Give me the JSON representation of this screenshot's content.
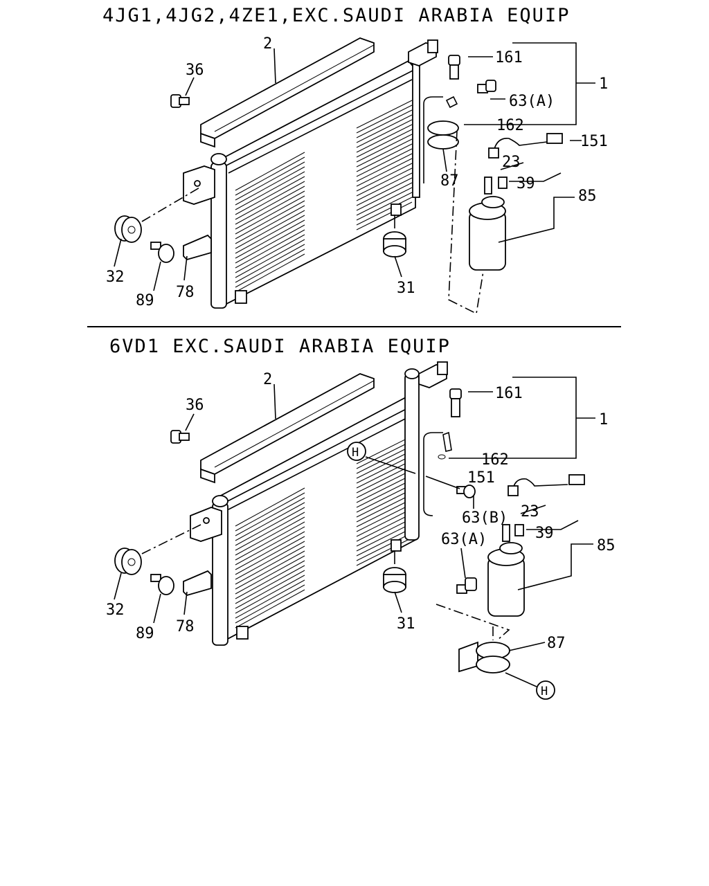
{
  "sections": [
    {
      "title": "4JG1,4JG2,4ZE1,EXC.SAUDI ARABIA EQUIP",
      "labels": {
        "p2": "2",
        "p36": "36",
        "p161": "161",
        "p63a": "63(A)",
        "p1": "1",
        "p162": "162",
        "p151": "151",
        "p23": "23",
        "p39": "39",
        "p85": "85",
        "p87": "87",
        "p32": "32",
        "p89": "89",
        "p78": "78",
        "p31": "31"
      }
    },
    {
      "title": "6VD1 EXC.SAUDI ARABIA EQUIP",
      "labels": {
        "p2": "2",
        "p36": "36",
        "p161": "161",
        "p1": "1",
        "p162": "162",
        "h1": "H",
        "p151": "151",
        "p63b": "63(B)",
        "p23": "23",
        "p39": "39",
        "p63a": "63(A)",
        "p85": "85",
        "p32": "32",
        "p89": "89",
        "p78": "78",
        "p31": "31",
        "p87": "87",
        "h2": "H"
      }
    }
  ]
}
